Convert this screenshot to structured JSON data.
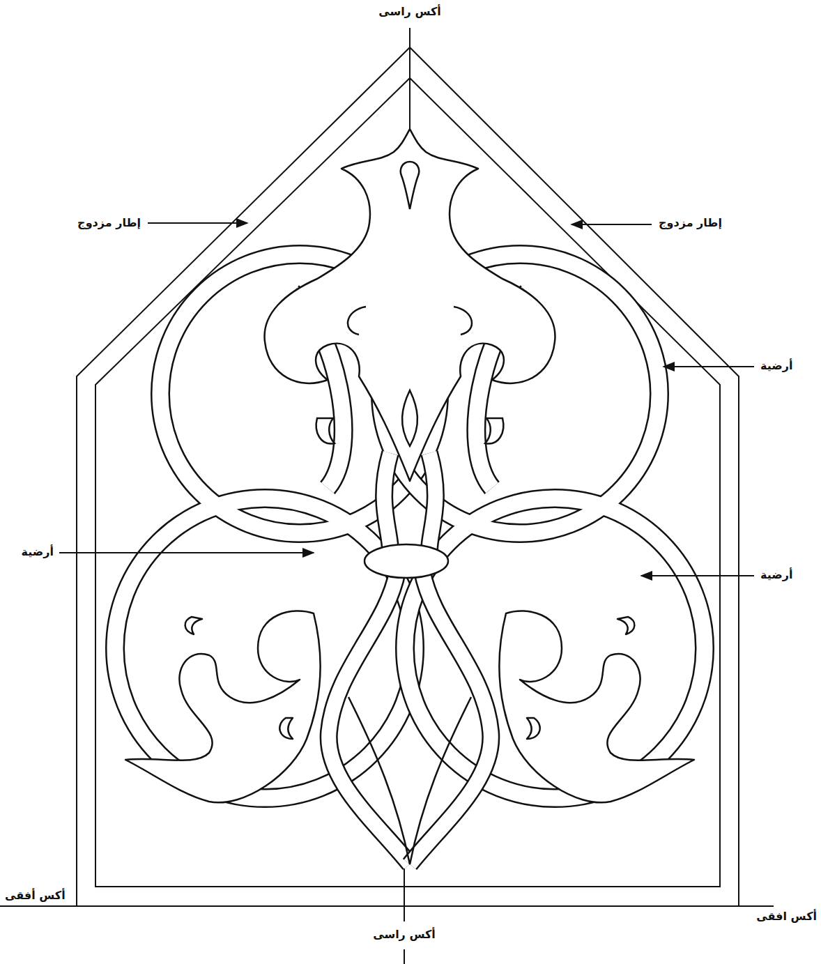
{
  "diagram": {
    "labels": [
      "أكس راسى",
      "إطار مزدوج",
      "إطار مزدوج",
      "أرضية",
      "أرضية",
      "أرضية",
      "أكس أفقى",
      "أكس افقى",
      "أكس راسى"
    ]
  }
}
